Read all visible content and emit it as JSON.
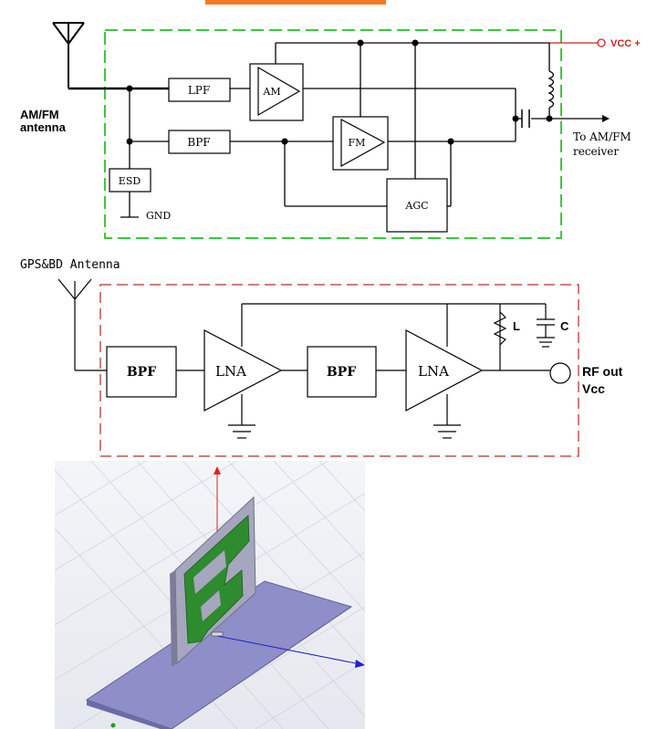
{
  "amfm": {
    "antenna_label_line1": "AM/FM",
    "antenna_label_line2": "antenna",
    "vcc_label": "VCC +",
    "output_label_line1": "To AM/FM",
    "output_label_line2": "receiver",
    "blocks": {
      "lpf": "LPF",
      "bpf": "BPF",
      "am": "AM",
      "fm": "FM",
      "agc": "AGC",
      "esd": "ESD"
    },
    "gnd_label": "GND",
    "colors": {
      "border": "#3cc83c",
      "vcc": "#d02020"
    }
  },
  "gps": {
    "antenna_label": "GPS&BD Antenna",
    "blocks": {
      "bpf1": "BPF",
      "lna1": "LNA",
      "bpf2": "BPF",
      "lna2": "LNA"
    },
    "inductor_label": "L",
    "capacitor_label": "C",
    "output_label_line1": "RF out",
    "output_label_line2": "Vcc",
    "colors": {
      "border": "#c0504d"
    }
  },
  "model": {
    "colors": {
      "ground_plane": "#8e8ec8",
      "pcb": "#2e8b2e",
      "z_axis": "#e02020",
      "x_axis": "#2020d0"
    }
  }
}
